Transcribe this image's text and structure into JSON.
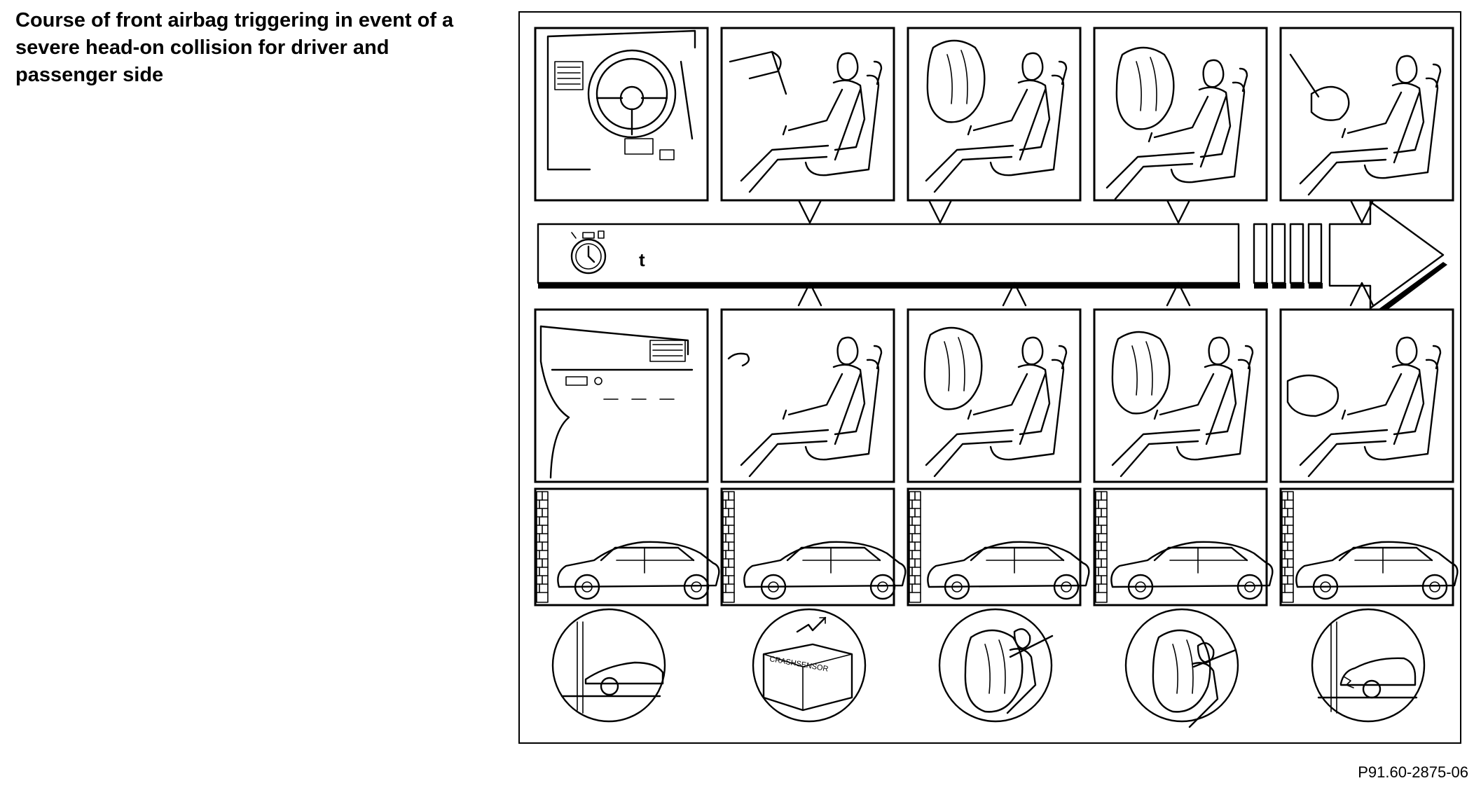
{
  "title": "Course of front airbag triggering in event of a severe head-on collision for driver and passenger side",
  "timeline": {
    "label": "t"
  },
  "figure_id": "P91.60-2875-06",
  "crash_sensor_text": "CRASHSENSOR"
}
